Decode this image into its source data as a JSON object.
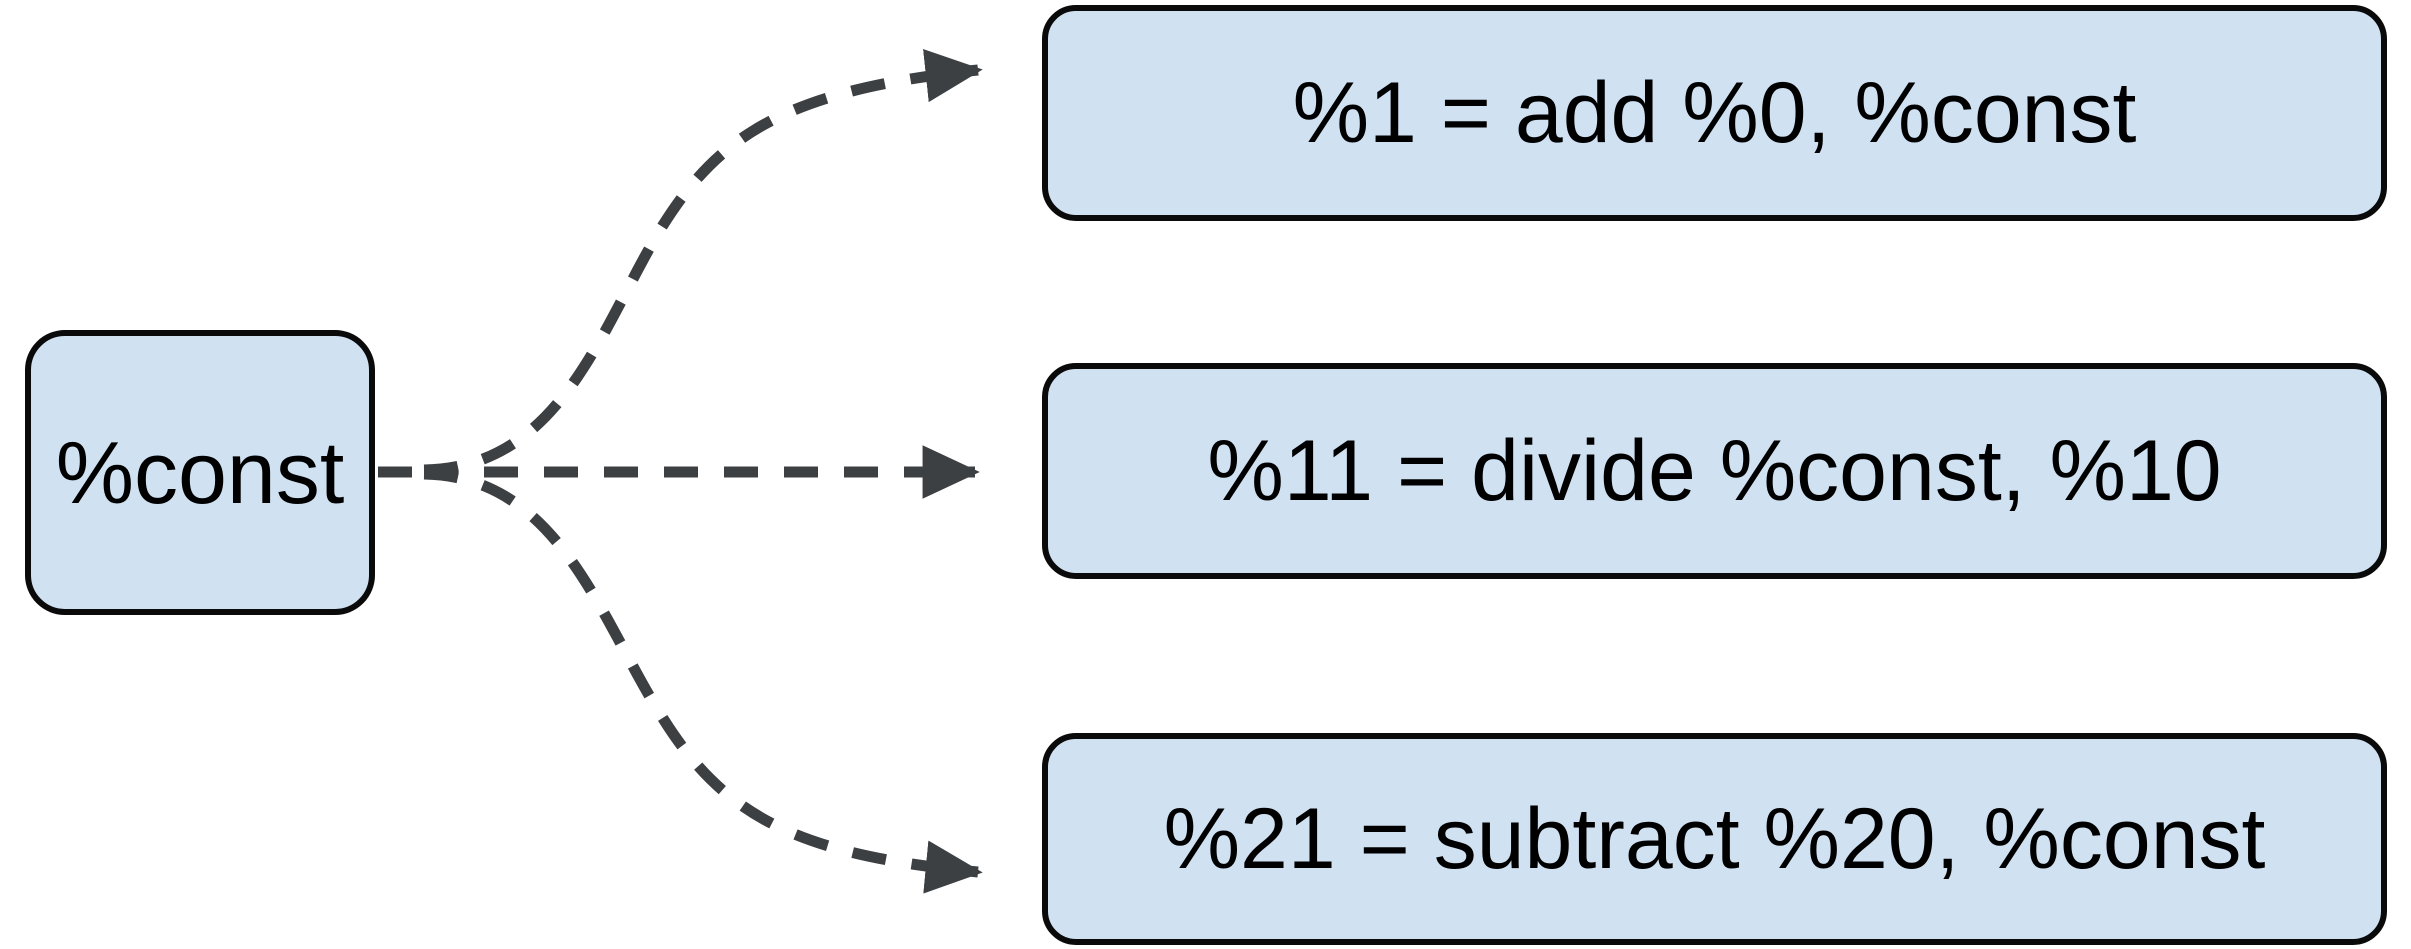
{
  "diagram": {
    "title": "",
    "type": "dataflow-graph",
    "background_color": "#ffffff",
    "node_fill_color": "#d0e1f2",
    "node_border_color": "#0a0a0a",
    "edge_color": "#3c4043",
    "edge_style": "dashed",
    "nodes": [
      {
        "id": "source",
        "label": "%const"
      },
      {
        "id": "add",
        "label": "%1 = add %0, %const"
      },
      {
        "id": "divide",
        "label": "%11 = divide %const, %10"
      },
      {
        "id": "subtract",
        "label": "%21 = subtract %20, %const"
      }
    ],
    "edges": [
      {
        "id": "edge-const-to-add",
        "from": "source",
        "to": "add",
        "label": "",
        "arrowhead": "filled-triangle"
      },
      {
        "id": "edge-const-to-divide",
        "from": "source",
        "to": "divide",
        "label": "",
        "arrowhead": "filled-triangle"
      },
      {
        "id": "edge-const-to-subtract",
        "from": "source",
        "to": "subtract",
        "label": "",
        "arrowhead": "filled-triangle"
      }
    ]
  }
}
